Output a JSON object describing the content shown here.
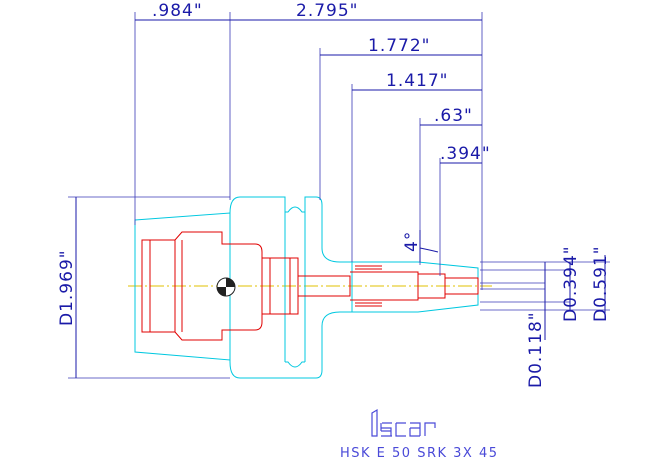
{
  "dimensions": {
    "top_1": ".984\"",
    "top_2": "2.795\"",
    "top_3": "1.772\"",
    "top_4": "1.417\"",
    "top_5": ".63\"",
    "top_6": ".394\"",
    "angle": "4°",
    "d_outer": "D1.969\"",
    "d_tip": "D0.118\"",
    "d_394": "D0.394\"",
    "d_591": "D0.591\""
  },
  "logo": {
    "brand": "iscar",
    "model": "HSK E 50 SRK 3X 45"
  },
  "colors": {
    "dimension": "#1a1aa8",
    "outline": "#00c8e0",
    "internal": "#e00000",
    "axis": "#e0c000",
    "logo": "#4a4ad8"
  }
}
